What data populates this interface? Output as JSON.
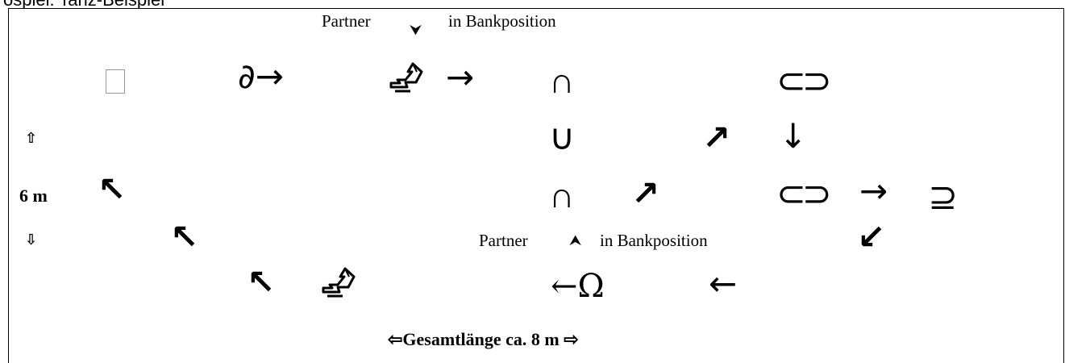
{
  "header_fragment": "ospiel. Tanz-Beispiel",
  "top_label": {
    "partner": "Partner",
    "marker": "⮟",
    "position": "in Bankposition"
  },
  "mid_label": {
    "partner": "Partner",
    "marker": "⮝",
    "position": "in Bankposition"
  },
  "height_label": {
    "up": "⇧",
    "value": "6 m",
    "down": "⇩"
  },
  "length_label": "⇦Gesamtlänge ca. 8 m ⇨",
  "symbols": {
    "partial_arrow": "∂→",
    "right_arrow": "→",
    "cap": "∩",
    "cup": "∪",
    "ne_arrow": "↗",
    "down_arrow": "↓",
    "nw_arrow": "↖",
    "sw_arrow": "↙",
    "left_arrow": "←",
    "omega": "Ω",
    "left_omega": "←Ω",
    "subset_eq": "⊇",
    "hook": "⊂⊃"
  }
}
